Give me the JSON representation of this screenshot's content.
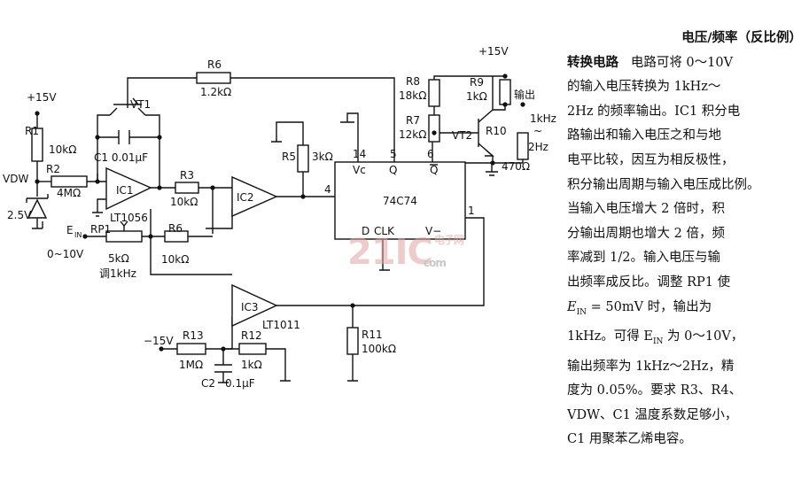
{
  "circuit": {
    "supply_top_left": "+15V",
    "supply_top_right": "+15V",
    "supply_bottom": "−15V",
    "input_label": "E",
    "input_sub": "IN",
    "input_range": "0~10V",
    "rp1_adjust": "调1kHz",
    "vdw": "VDW",
    "vdw_voltage": "2.5V",
    "output_label": "输出",
    "output_range_1": "1kHz",
    "output_range_2": "~",
    "output_range_3": "2Hz",
    "components": {
      "R1": "R1",
      "R1_val": "10kΩ",
      "R2": "R2",
      "R2_val": "4MΩ",
      "R3": "R3",
      "R3_val": "10kΩ",
      "R5": "R5",
      "R5_val": "3kΩ",
      "R6_top": "R6",
      "R6_top_val": "1.2kΩ",
      "R6_mid": "R6",
      "R6_mid_val": "10kΩ",
      "R7": "R7",
      "R7_val": "12kΩ",
      "R8": "R8",
      "R8_val": "18kΩ",
      "R9": "R9",
      "R9_val": "1kΩ",
      "R10": "R10",
      "R10_val": "470Ω",
      "R11": "R11",
      "R11_val": "100kΩ",
      "R12": "R12",
      "R12_val": "1kΩ",
      "R13": "R13",
      "R13_val": "1MΩ",
      "RP1": "RP1",
      "RP1_val": "5kΩ",
      "C1": "C1 0.01μF",
      "C2": "C2",
      "C2_val": "0.1μF",
      "VT1": "VT1",
      "VT2": "VT2",
      "IC1": "IC1",
      "IC1_part": "LT1056",
      "IC2": "IC2",
      "IC3": "IC3",
      "IC3_part": "LT1011",
      "chip": "74C74",
      "pin14": "14",
      "pin5": "5",
      "pin6": "6",
      "pin4": "4",
      "pin1": "1",
      "Vc": "Vc",
      "Q": "Q",
      "Qbar": "Q",
      "D": "D",
      "CLK": "CLK",
      "Vminus": "V−"
    }
  },
  "watermark": {
    "brand": "21IC",
    "sup": "电子网",
    "domain": "com"
  },
  "description": {
    "title": "电压/频率（反比例）",
    "title2": "转换电路",
    "lines": [
      "电路可将 0～10V",
      "的输入电压转换为 1kHz～",
      "2Hz 的频率输出。IC1 积分电",
      "路输出和输入电压之和与地",
      "电平比较，因互为相反极性，",
      "积分输出周期与输入电压成比例。",
      "当输入电压增大 2 倍时，积",
      "分输出周期也增大 2 倍，频",
      "率减到 1/2。输入电压与输",
      "出频率成反比。调整 RP1 使",
      "E",
      "1kHz。可得 E",
      "输出频率为 1kHz～2Hz，精",
      "度为 0.05%。要求 R3、R4、",
      "VDW、C1 温度系数足够小，",
      "C1 用聚苯乙烯电容。"
    ],
    "line11_sub": "IN",
    "line11_rest": " = 50mV 时，输出为",
    "line12_sub": "IN",
    "line12_rest": " 为 0～10V，"
  }
}
